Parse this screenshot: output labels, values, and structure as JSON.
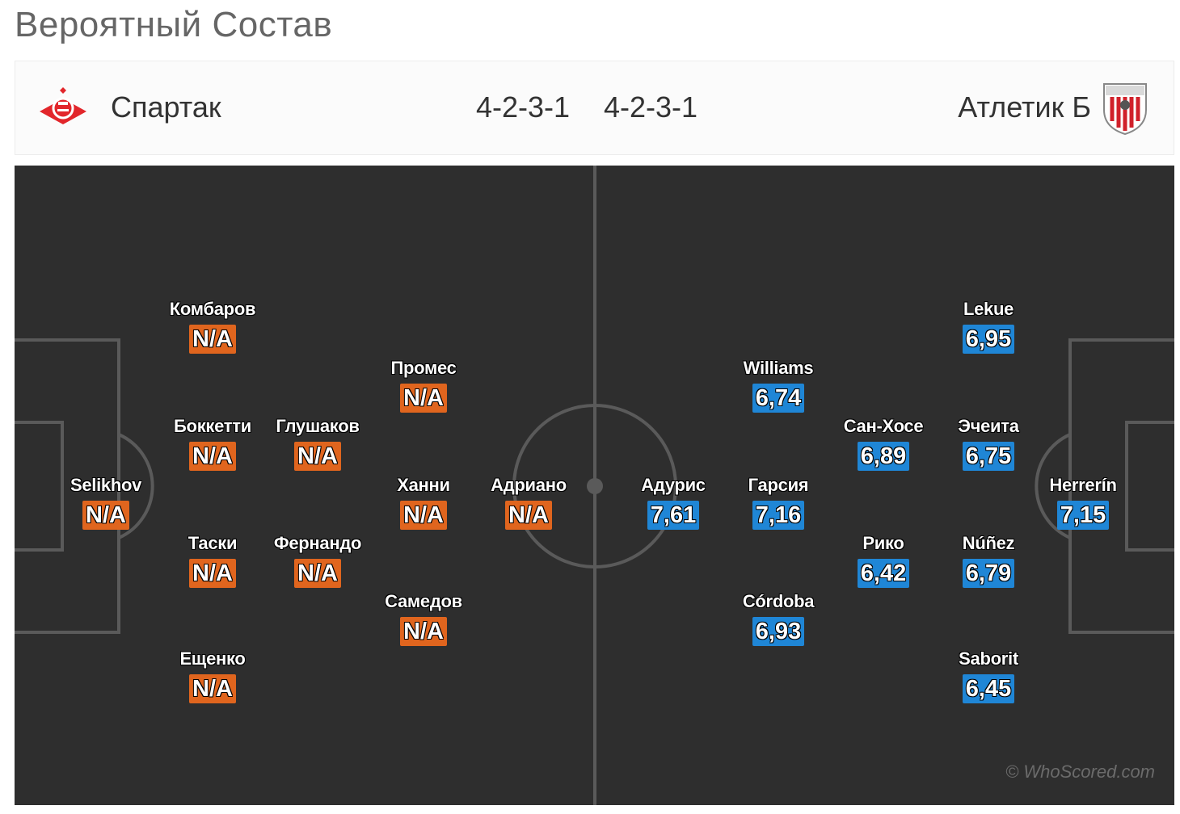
{
  "page_title": "Вероятный Состав",
  "header": {
    "home_team": "Спартак",
    "home_formation": "4-2-3-1",
    "away_formation": "4-2-3-1",
    "away_team": "Атлетик Б",
    "home_logo_icon": "spartak-logo-icon",
    "away_logo_icon": "athletic-bilbao-crest-icon"
  },
  "colors": {
    "home_rating_bg": "#e0651e",
    "away_rating_bg": "#1f86d6",
    "pitch_bg": "#2e2e2e",
    "pitch_lines": "#5a5a5a"
  },
  "home_players": [
    {
      "name": "Selikhov",
      "rating": "N/A"
    },
    {
      "name": "Комбаров",
      "rating": "N/A"
    },
    {
      "name": "Боккетти",
      "rating": "N/A"
    },
    {
      "name": "Таски",
      "rating": "N/A"
    },
    {
      "name": "Ещенко",
      "rating": "N/A"
    },
    {
      "name": "Глушаков",
      "rating": "N/A"
    },
    {
      "name": "Фернандо",
      "rating": "N/A"
    },
    {
      "name": "Промес",
      "rating": "N/A"
    },
    {
      "name": "Ханни",
      "rating": "N/A"
    },
    {
      "name": "Самедов",
      "rating": "N/A"
    },
    {
      "name": "Адриано",
      "rating": "N/A"
    }
  ],
  "away_players": [
    {
      "name": "Herrerín",
      "rating": "7,15"
    },
    {
      "name": "Lekue",
      "rating": "6,95"
    },
    {
      "name": "Эчеита",
      "rating": "6,75"
    },
    {
      "name": "Núñez",
      "rating": "6,79"
    },
    {
      "name": "Saborit",
      "rating": "6,45"
    },
    {
      "name": "Сан-Хосе",
      "rating": "6,89"
    },
    {
      "name": "Рико",
      "rating": "6,42"
    },
    {
      "name": "Williams",
      "rating": "6,74"
    },
    {
      "name": "Гарсия",
      "rating": "7,16"
    },
    {
      "name": "Córdoba",
      "rating": "6,93"
    },
    {
      "name": "Адурис",
      "rating": "7,61"
    }
  ],
  "watermark": "© WhoScored.com"
}
